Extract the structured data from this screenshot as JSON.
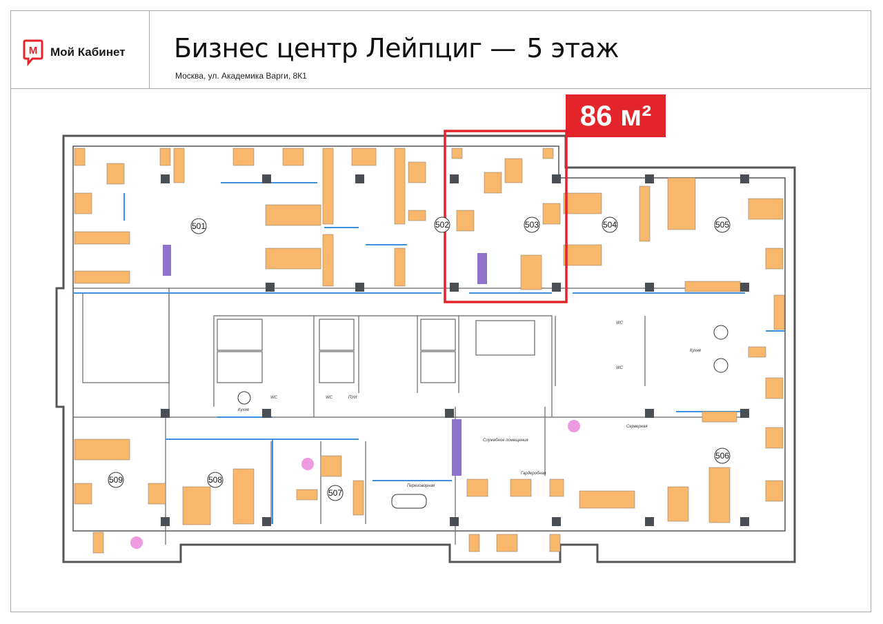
{
  "header": {
    "logo_text": "Мой Кабинет",
    "logo_letter": "М",
    "title": "Бизнес центр Лейпциг —",
    "floor": "5 этаж",
    "address": "Москва, ул. Академика Варги, 8К1"
  },
  "highlight": {
    "area_label": "86 м²",
    "office": "503",
    "color": "#e3242b"
  },
  "rooms": [
    {
      "number": "501"
    },
    {
      "number": "502"
    },
    {
      "number": "503"
    },
    {
      "number": "504"
    },
    {
      "number": "505"
    },
    {
      "number": "506"
    },
    {
      "number": "507"
    },
    {
      "number": "508"
    },
    {
      "number": "509"
    }
  ],
  "labels": {
    "kitchen_left": "Кухня",
    "kitchen_right": "Кухня",
    "wc1": "WC",
    "wc2": "WC",
    "wc3": "WC",
    "wc4": "WC",
    "pui": "ПУИ",
    "service_room": "Служебное помещения",
    "wardrobe": "Гардеробная",
    "meeting_room": "Переговорная",
    "server_room": "Серверная"
  },
  "colors": {
    "desk": "#f8b76a",
    "column": "#4a4e55",
    "glass": "#3d8fe0",
    "purple": "#8e72cc",
    "pink": "#ee9ae0"
  }
}
